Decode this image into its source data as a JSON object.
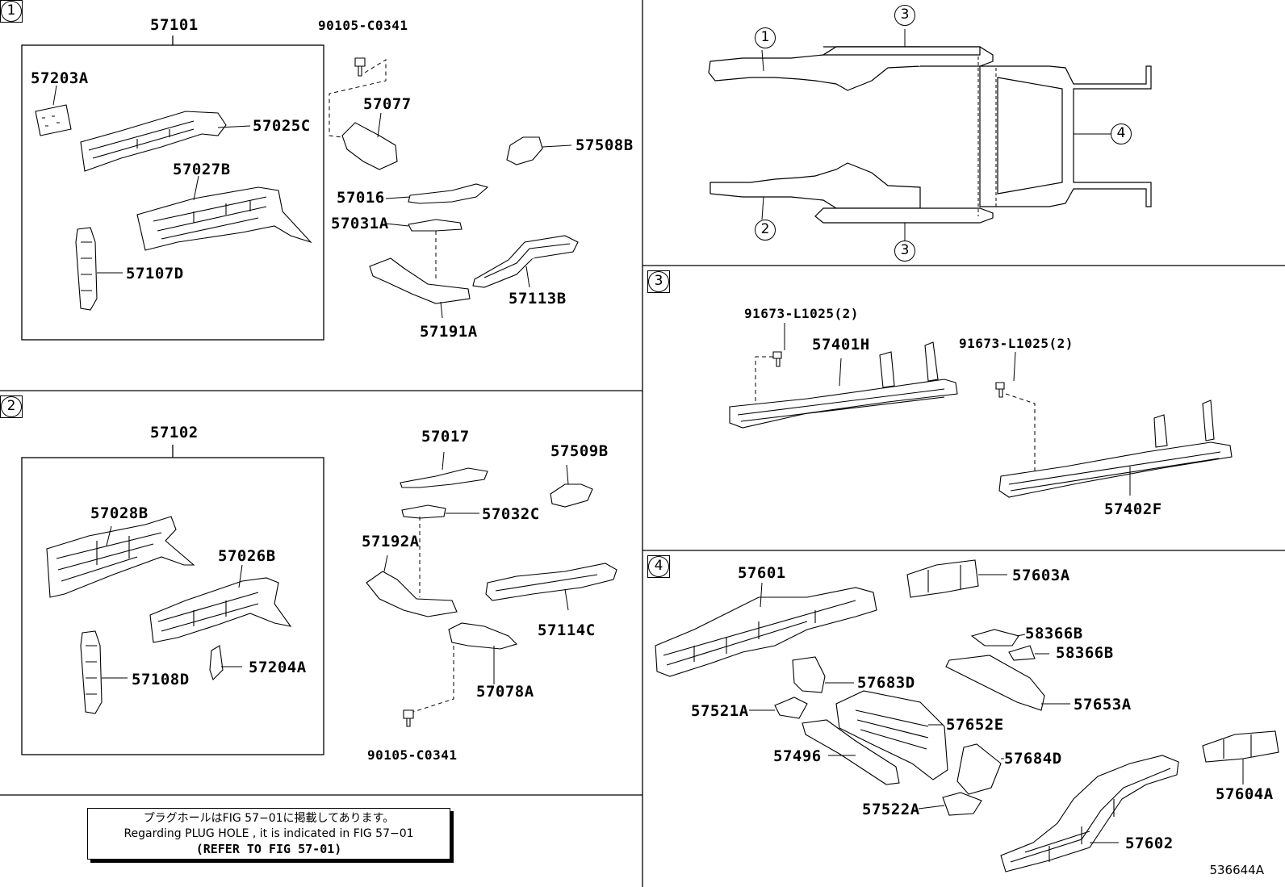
{
  "sections": [
    {
      "number": "1",
      "assembly": "57101",
      "parts": [
        "57203A",
        "57025C",
        "57027B",
        "57107D"
      ]
    },
    {
      "number": "2",
      "assembly": "57102",
      "parts": [
        "57028B",
        "57026B",
        "57108D",
        "57204A"
      ]
    },
    {
      "number": "3"
    },
    {
      "number": "4"
    }
  ],
  "labels": {
    "s1_bolt": "90105-C0341",
    "s1_57077": "57077",
    "s1_57508B": "57508B",
    "s1_57016": "57016",
    "s1_57031A": "57031A",
    "s1_57113B": "57113B",
    "s1_57191A": "57191A",
    "s2_57017": "57017",
    "s2_57509B": "57509B",
    "s2_57032C": "57032C",
    "s2_57192A": "57192A",
    "s2_57114C": "57114C",
    "s2_57078A": "57078A",
    "s2_bolt": "90105-C0341",
    "s3_bolt_a": "91673-L1025(2)",
    "s3_57401H": "57401H",
    "s3_bolt_b": "91673-L1025(2)",
    "s3_57402F": "57402F",
    "s4_57601": "57601",
    "s4_57603A": "57603A",
    "s4_58366B_a": "58366B",
    "s4_58366B_b": "58366B",
    "s4_57683D": "57683D",
    "s4_57653A": "57653A",
    "s4_57521A": "57521A",
    "s4_57652E": "57652E",
    "s4_57496": "57496",
    "s4_57684D": "57684D",
    "s4_57604A": "57604A",
    "s4_57522A": "57522A",
    "s4_57602": "57602"
  },
  "overview": {
    "c1": "1",
    "c2": "2",
    "c3a": "3",
    "c3b": "3",
    "c4": "4"
  },
  "note": {
    "line1": "プラグホールはFIG 57−01に掲載してあります。",
    "line2": "Regarding PLUG HOLE , it is indicated in FIG 57−01",
    "line3": "(REFER TO FIG 57-01)"
  },
  "diagram_code": "536644A"
}
